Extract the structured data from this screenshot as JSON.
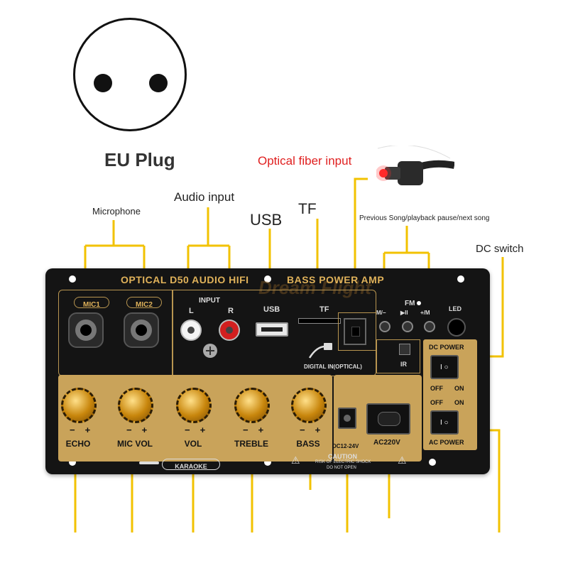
{
  "eu_plug": {
    "label": "EU Plug"
  },
  "callouts": {
    "optical_fiber_input": "Optical fiber input",
    "audio_input": "Audio input",
    "microphone": "Microphone",
    "usb": "USB",
    "tf": "TF",
    "song_controls": "Previous Song/playback pause/next song",
    "dc_switch": "DC switch"
  },
  "panel": {
    "title_left": "OPTICAL D50 AUDIO HIFI",
    "title_right": "BASS POWER AMP",
    "watermark": "Dream Flight",
    "mic1": "MIC1",
    "mic2": "MIC2",
    "input": "INPUT",
    "input_l": "L",
    "input_r": "R",
    "usb": "USB",
    "tf": "TF",
    "digital_in": "DIGITAL IN(OPTICAL)",
    "fm": "FM",
    "btn_prev": "M/−",
    "btn_play": "▶II",
    "btn_next": "+/M",
    "led": "LED",
    "ir": "IR",
    "dc_power": "DC POWER",
    "off": "OFF",
    "on": "ON",
    "ac_power": "AC POWER",
    "dc_jack": "DC12-24V",
    "ac_jack": "AC220V",
    "caution_title": "CAUTION",
    "caution_line1": "RISK OF ELECTRIC SHOCK",
    "caution_line2": "DO NOT OPEN",
    "karaoke": "KARAOKE",
    "knobs": [
      "ECHO",
      "MIC VOL",
      "VOL",
      "TREBLE",
      "BASS"
    ],
    "minus": "−",
    "plus": "+"
  },
  "colors": {
    "callout_line": "#f2c200",
    "panel_bg": "#141414",
    "gold_face": "#c9a35a",
    "red_text": "#e02020"
  }
}
